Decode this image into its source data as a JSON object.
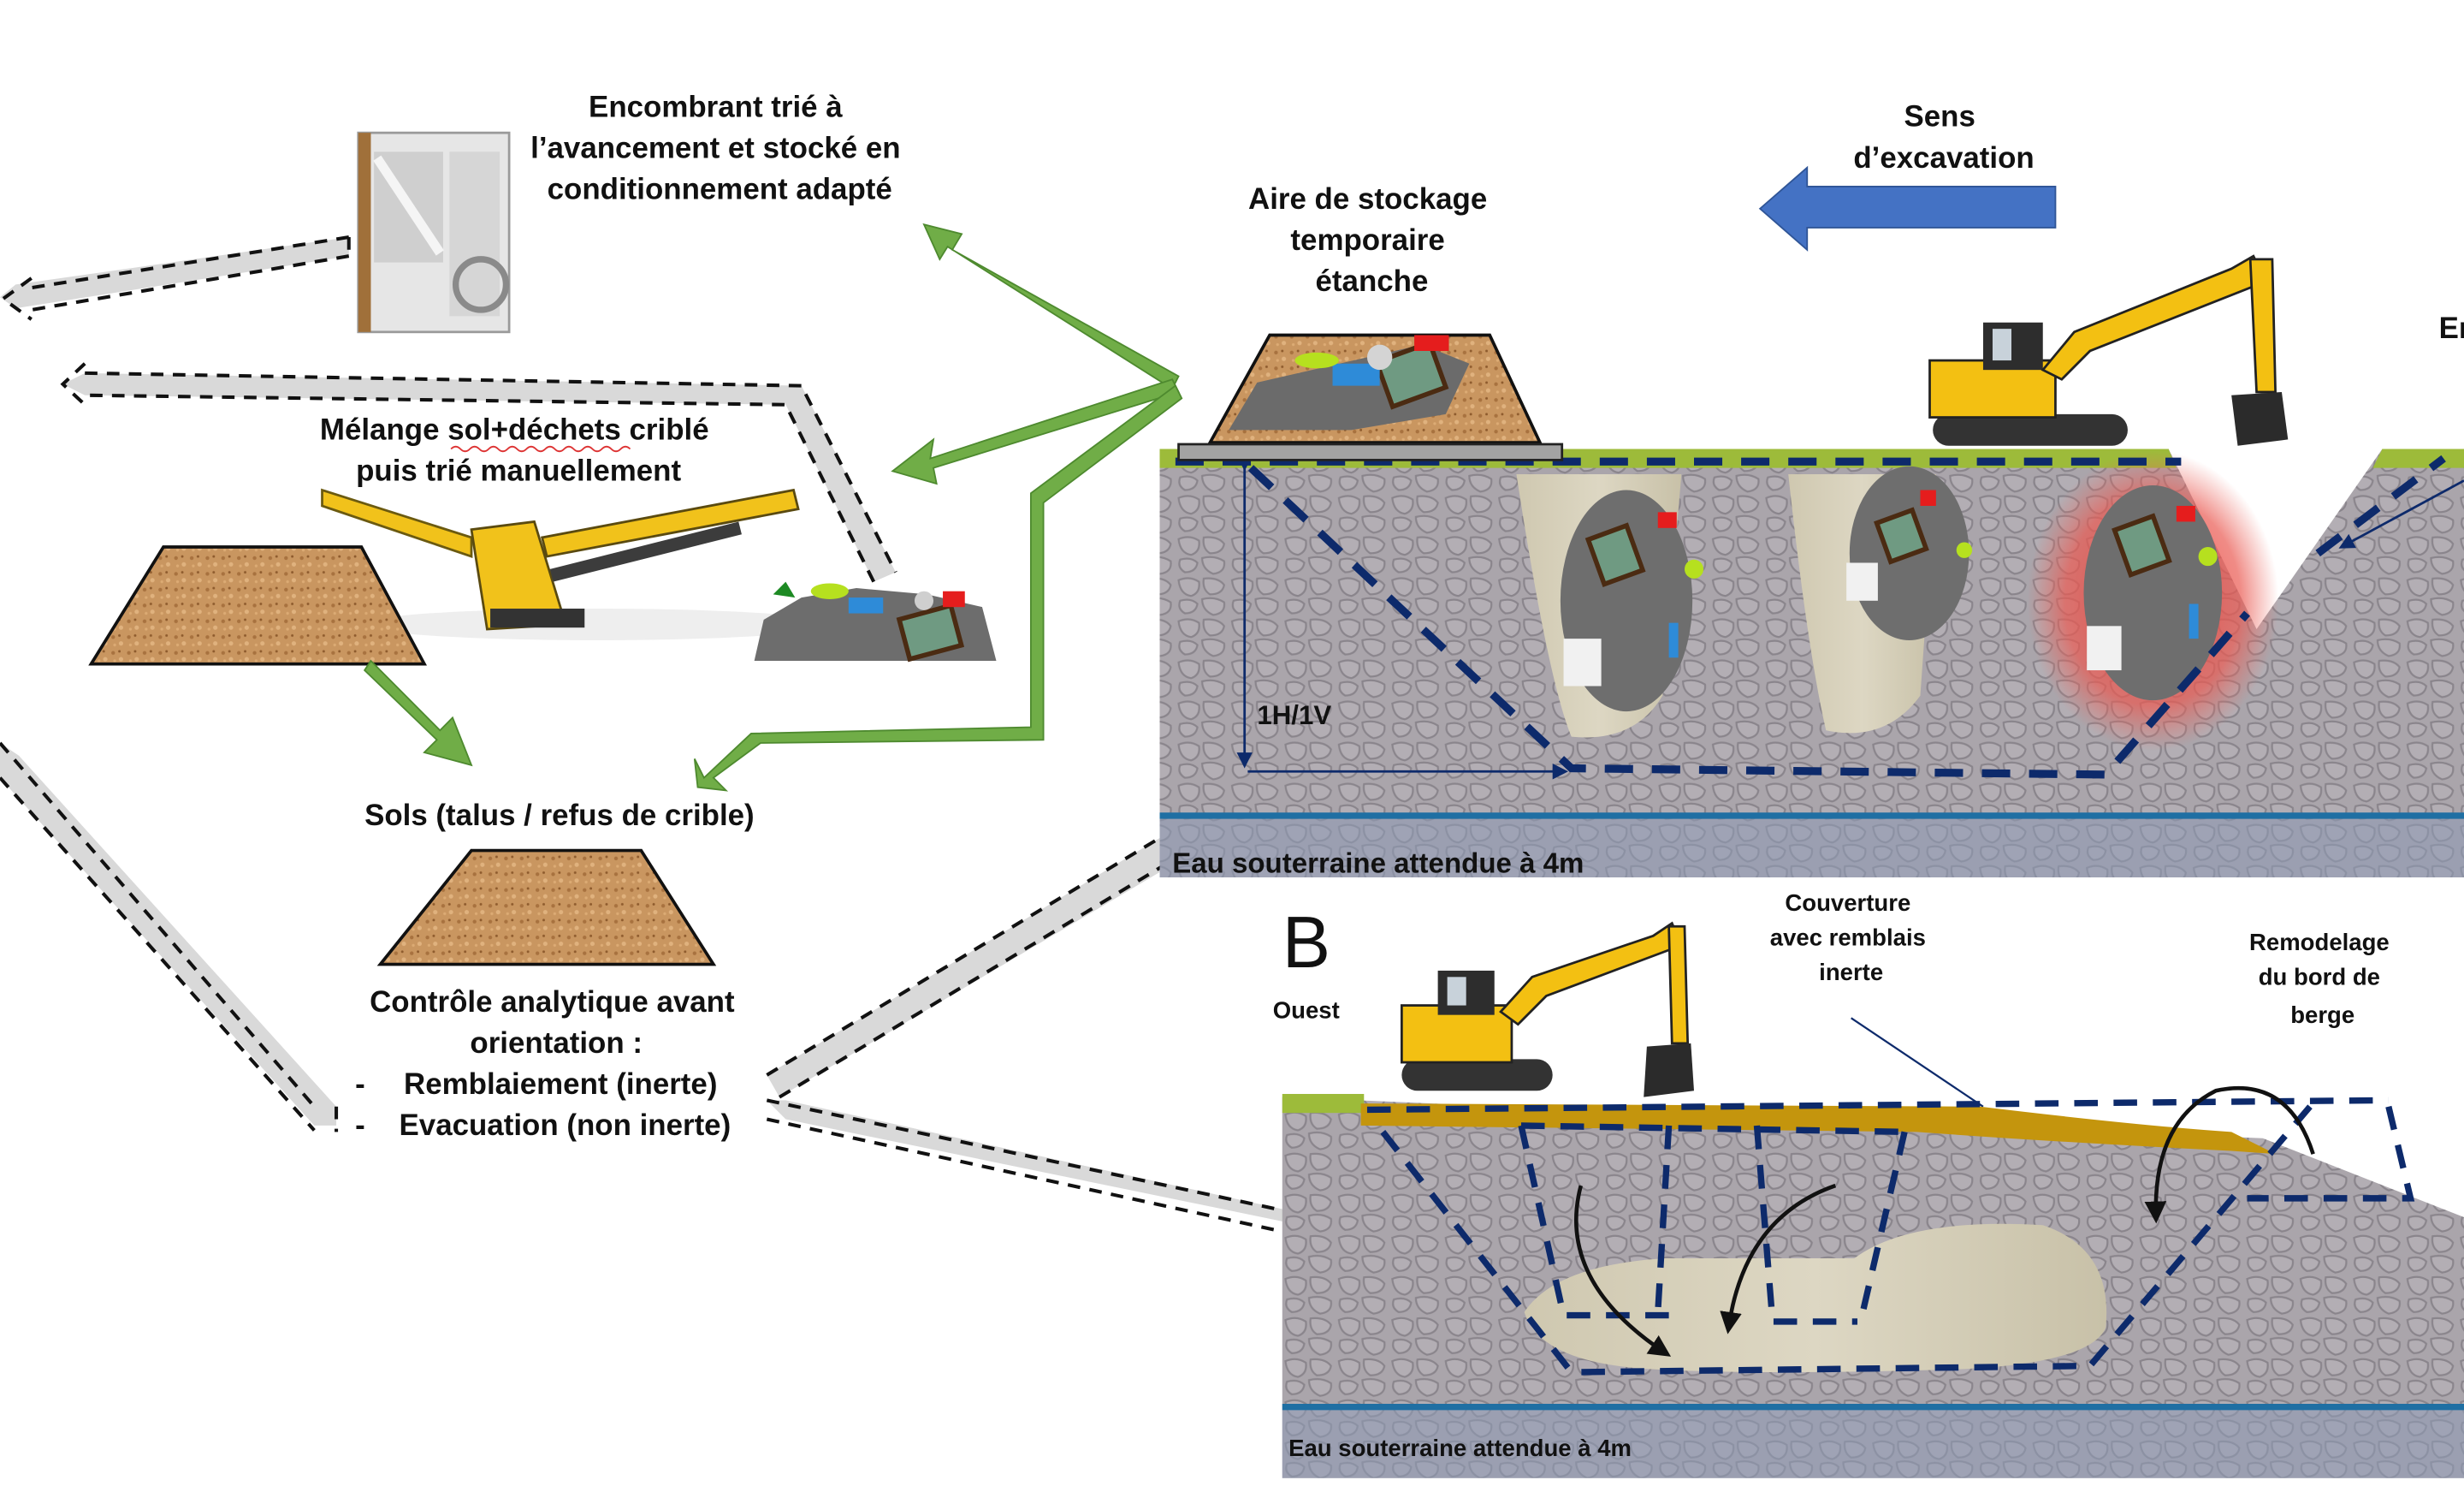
{
  "colors": {
    "green_arrow": "#70ad47",
    "green_arrow_stroke": "#4e8a2f",
    "blue_arrow": "#4472c4",
    "dash_blue": "#0d2a6b",
    "soil": "#c9955e",
    "ground_rock": "#a9a4aa",
    "rock_line": "#8c878e",
    "grass": "#9dbb3a",
    "water_line": "#1f6fa3",
    "water_zone": "#98a2b8",
    "fill_pocket": "#d8d2bc",
    "cover_fill": "#c4950d",
    "hazard_red": "#e8504a",
    "excavator_yellow": "#f3c012",
    "grey_arrow": "#d9d9d9"
  },
  "left_panel": {
    "encombrant_label": [
      "Encombrant trié à",
      "l’avancement et stocké en",
      "conditionnement adapté"
    ],
    "melange_label": [
      "Mélange sol+déchets criblé",
      "puis trié manuellement"
    ],
    "sols_label": "Sols (talus / refus de crible)",
    "controle_label": [
      "Contrôle analytique avant",
      "orientation :"
    ],
    "controle_options": [
      {
        "bullet": "-",
        "text": "Remblaiement (inerte)"
      },
      {
        "bullet": "-",
        "text": "Evacuation (non inerte)"
      }
    ]
  },
  "panel_a": {
    "storage_label": [
      "Aire de stockage",
      "temporaire",
      "étanche"
    ],
    "direction_label": [
      "Sens",
      "d’excavation"
    ],
    "slope_label": "1H/1V",
    "groundwater_label": "Eau souterraine attendue à 4m",
    "cutoff_label": "En"
  },
  "panel_b": {
    "panel_letter": "B",
    "west_label": "Ouest",
    "cover_label": [
      "Couverture",
      "avec remblais",
      "inerte"
    ],
    "reshape_label": [
      "Remodelage",
      "du bord de",
      "berge"
    ],
    "groundwater_label": "Eau souterraine attendue à 4m"
  }
}
